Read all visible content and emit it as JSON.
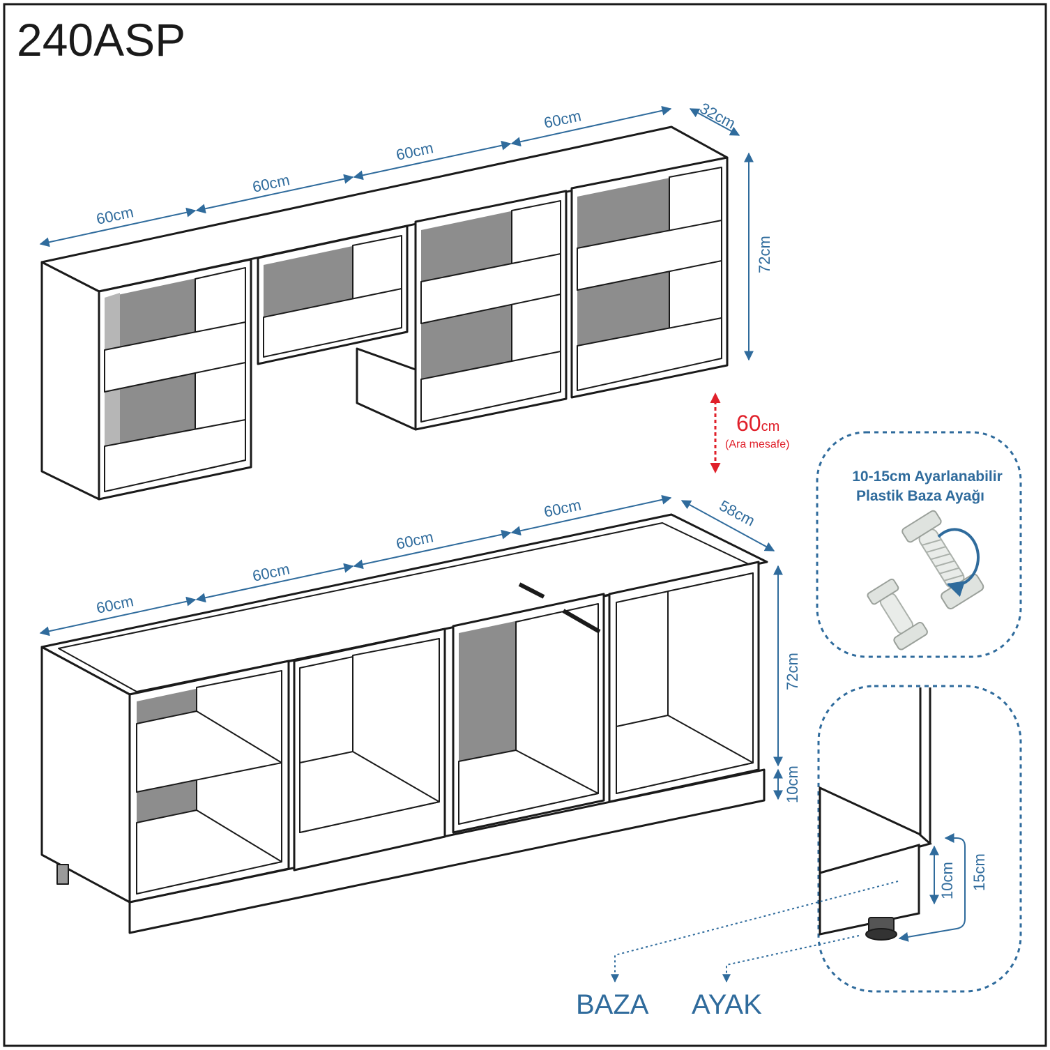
{
  "title": "240ASP",
  "colors": {
    "dimension": "#2f6b9c",
    "spacing": "#e0202a",
    "outline": "#1a1a1a",
    "back_panel": "#8d8d8d"
  },
  "upper_dims": {
    "w1": "60cm",
    "w2": "60cm",
    "w3": "60cm",
    "w4": "60cm",
    "depth": "32cm",
    "height": "72cm"
  },
  "gap": {
    "value": "60",
    "unit": "cm",
    "note": "(Ara mesafe)"
  },
  "lower_dims": {
    "w1": "60cm",
    "w2": "60cm",
    "w3": "60cm",
    "w4": "60cm",
    "depth": "58cm",
    "height": "72cm",
    "plinth": "10cm"
  },
  "leg_info": {
    "line1": "10-15cm Ayarlanabilir",
    "line2": "Plastik Baza Ayağı"
  },
  "detail_dims": {
    "min": "10cm",
    "max": "15cm"
  },
  "callouts": {
    "baza": "BAZA",
    "ayak": "AYAK"
  }
}
